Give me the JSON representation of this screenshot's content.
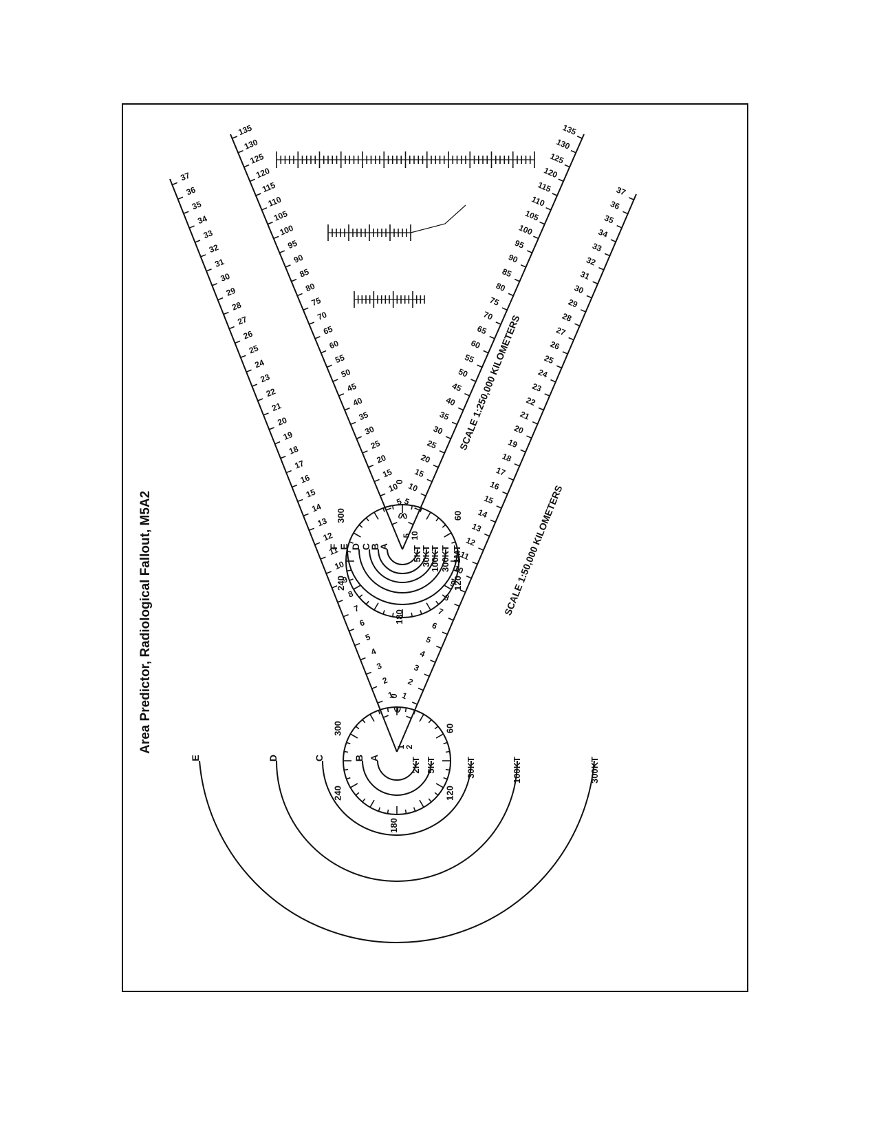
{
  "title": "Area Predictor, Radiological Fallout, M5A2",
  "scale_labels": {
    "km_250k": "SCALE 1:250,000 KILOMETERS",
    "km_50k": "SCALE 1:50,000 KILOMETERS"
  },
  "inner_scale": {
    "left_arm": {
      "min": 0,
      "max": 135,
      "step": 5
    },
    "right_arm": {
      "min": 0,
      "max": 135,
      "step": 5
    }
  },
  "outer_scale": {
    "left_arm": {
      "min": 0,
      "max": 37,
      "step": 1
    },
    "right_arm": {
      "min": 0,
      "max": 37,
      "step": 1
    }
  },
  "upper_dial": {
    "letters": [
      "A",
      "B",
      "C",
      "D",
      "E",
      "F"
    ],
    "yields": [
      "5KT",
      "30KT",
      "100KT",
      "300KT",
      "1MT"
    ],
    "degrees": [
      "0",
      "60",
      "120",
      "180",
      "240",
      "300"
    ],
    "inner_ticks": [
      "5",
      "10"
    ]
  },
  "lower_dial": {
    "letters": [
      "A",
      "B",
      "C",
      "D",
      "E"
    ],
    "yields": [
      "2KT",
      "5KT",
      "30KT",
      "100KT",
      "300KT"
    ],
    "degrees": [
      "0",
      "60",
      "120",
      "180",
      "240",
      "300"
    ],
    "inner_ticks": [
      "1",
      "2"
    ]
  }
}
